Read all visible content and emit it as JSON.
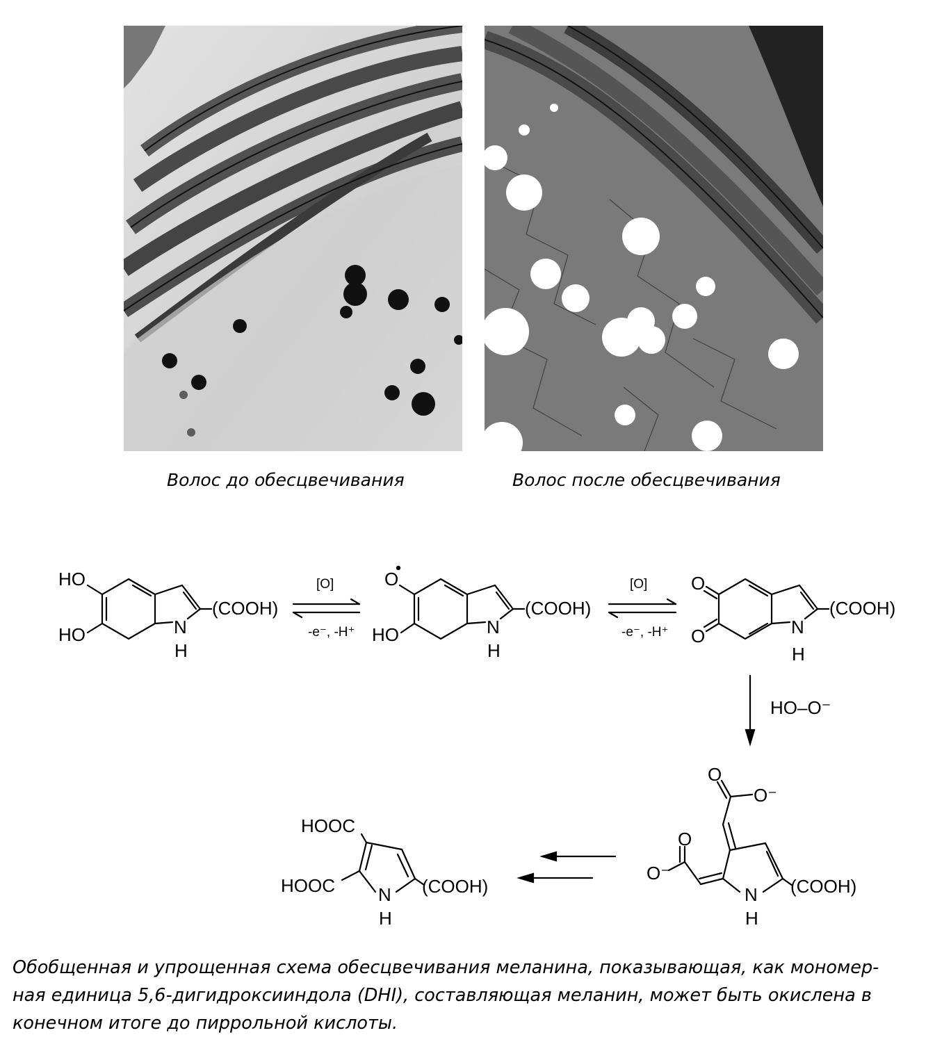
{
  "figure": {
    "photo_left_caption": "Волос до обесцвечивания",
    "photo_right_caption": "Волос после обесцвечивания"
  },
  "scheme": {
    "mol1": {
      "ho_top": "HO",
      "ho_bottom": "HO",
      "n": "N",
      "h": "H",
      "substituent": "(COOH)"
    },
    "arrow1": {
      "above": "[O]",
      "below": "-e⁻, -H⁺"
    },
    "mol2": {
      "o_radical": "O",
      "ho_bottom": "HO",
      "n": "N",
      "h": "H",
      "substituent": "(COOH)"
    },
    "arrow2": {
      "above": "[O]",
      "below": "-e⁻, -H⁺"
    },
    "mol3": {
      "o_top": "O",
      "o_bottom": "O",
      "n": "N",
      "h": "H",
      "substituent": "(COOH)"
    },
    "arrow_down": {
      "reagent": "HO–O⁻"
    },
    "mol4": {
      "o_top": "O",
      "o_minus_top": "O⁻",
      "o_left_top": "O",
      "o_minus_left": "O⁻",
      "n": "N",
      "h": "H",
      "substituent": "(COOH)"
    },
    "mol5": {
      "hooc_top": "HOOC",
      "hooc_left": "HOOC",
      "n": "N",
      "h": "H",
      "substituent": "(COOH)"
    }
  },
  "caption": {
    "lines": [
      "Обобщенная и упрощенная схема обесцвечивания меланина, показывающая, как мономер-",
      "ная единица 5,6-дигидроксииндола (DHI), составляющая меланин, может быть окислена в",
      "конечном итоге до пиррольной кислоты."
    ]
  }
}
